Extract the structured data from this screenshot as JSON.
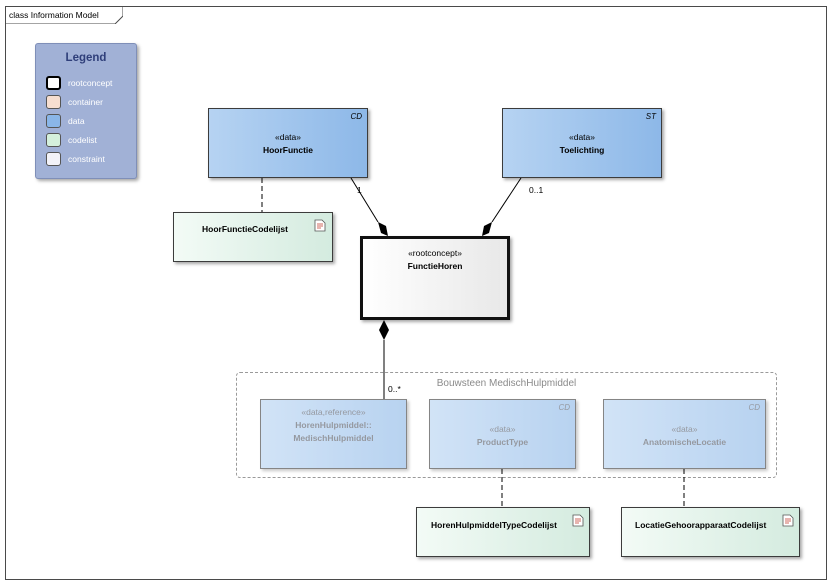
{
  "frame": {
    "title": "class Information Model"
  },
  "legend": {
    "title": "Legend",
    "items": [
      {
        "label": "rootconcept",
        "color": "#ffffff",
        "border": "#000000"
      },
      {
        "label": "container",
        "color": "#f6ded0",
        "border": "#555555"
      },
      {
        "label": "data",
        "color": "#8ab6e8",
        "border": "#555555"
      },
      {
        "label": "codelist",
        "color": "#d4f0dc",
        "border": "#555555"
      },
      {
        "label": "constraint",
        "color": "#f2f2f8",
        "border": "#555555"
      }
    ]
  },
  "classes": {
    "hoorfunctie": {
      "stereotype": "«data»",
      "name": "HoorFunctie",
      "type": "CD"
    },
    "toelichting": {
      "stereotype": "«data»",
      "name": "Toelichting",
      "type": "ST"
    },
    "functiehoren": {
      "stereotype": "«rootconcept»",
      "name": "FunctieHoren"
    },
    "hoorfunctie_codelijst": {
      "name": "HoorFunctieCodelijst"
    },
    "medischhulpmiddel": {
      "stereotype": "«data,reference»",
      "name_line1": "HorenHulpmiddel::",
      "name_line2": "MedischHulpmiddel"
    },
    "producttype": {
      "stereotype": "«data»",
      "name": "ProductType",
      "type": "CD"
    },
    "anatomischelocatie": {
      "stereotype": "«data»",
      "name": "AnatomischeLocatie",
      "type": "CD"
    },
    "hulpmiddeltype_codelijst": {
      "name": "HorenHulpmiddelTypeCodelijst"
    },
    "locatie_codelijst": {
      "name": "LocatieGehoorapparaatCodelijst"
    }
  },
  "package": {
    "label": "Bouwsteen MedischHulpmiddel"
  },
  "multiplicities": {
    "hoorfunctie": "1",
    "toelichting": "0..1",
    "medischhulpmiddel": "0..*"
  }
}
